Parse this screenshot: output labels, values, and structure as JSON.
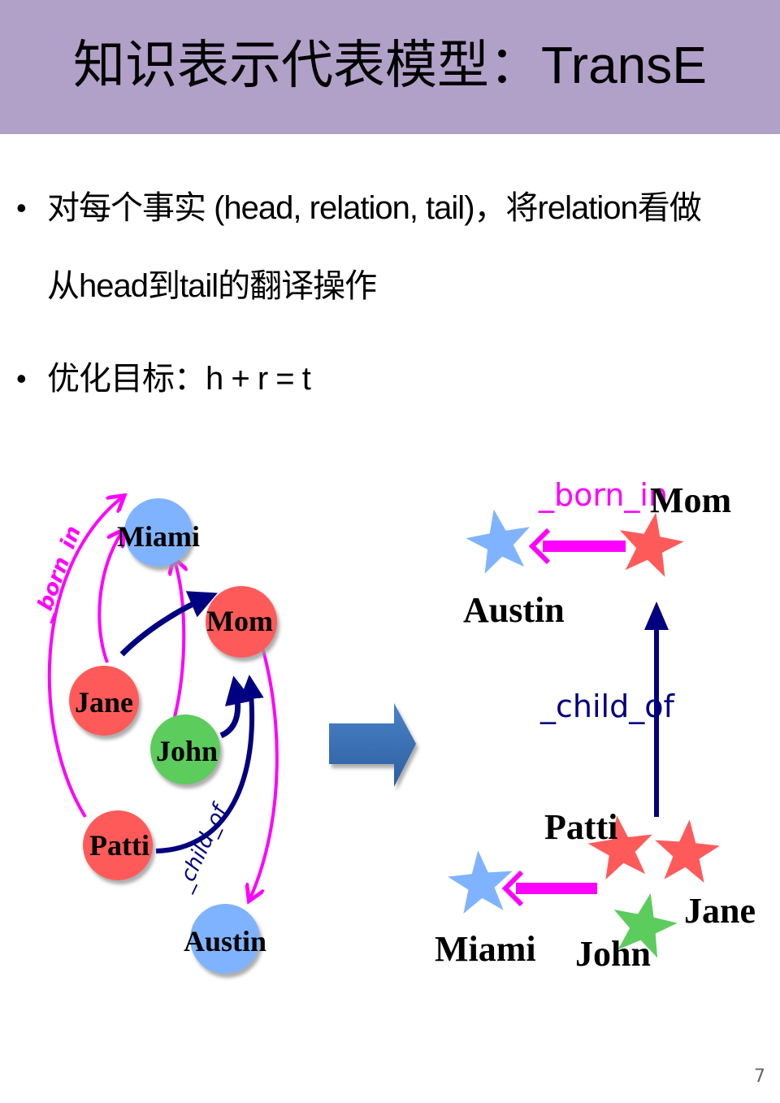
{
  "title": "知识表示代表模型：TransE",
  "bullets": [
    {
      "line1": "对每个事实 (head, relation, tail)，将relation看做",
      "line2": "从head到tail的翻译操作"
    },
    {
      "line1": "优化目标：h + r = t"
    }
  ],
  "left_graph": {
    "nodes": {
      "miami": "Miami",
      "mom": "Mom",
      "jane": "Jane",
      "john": "John",
      "patti": "Patti",
      "austin": "Austin"
    },
    "edge_labels": {
      "born_in": "_born_in",
      "child_of": "_child_of"
    }
  },
  "right_graph": {
    "born_in": "_born_in",
    "mom": "Mom",
    "austin": "Austin",
    "child_of": "_child_of",
    "patti": "Patti",
    "jane": "Jane",
    "miami": "Miami",
    "john": "John"
  },
  "colors": {
    "title_bar": "#b1a0c7",
    "born_in": "#ff00ff",
    "child_of": "#000080",
    "blue_node": "#80b3ff",
    "red_node": "#ff5a5a",
    "green_node": "#5ccc5c",
    "transform_arrow": "#3a70b8"
  },
  "page_number": "7"
}
